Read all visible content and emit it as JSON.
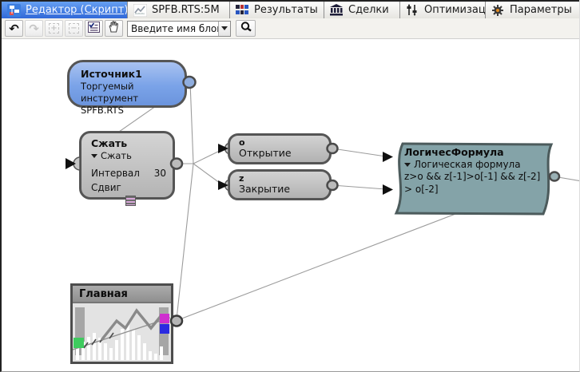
{
  "tabs": [
    {
      "label": "Редактор (Скрипт)",
      "close": "×",
      "icon": "script-blocks-icon"
    },
    {
      "label": "SPFB.RTS:5M",
      "icon": "line-chart-icon"
    },
    {
      "label": "Результаты",
      "icon": "results-grid-icon"
    },
    {
      "label": "Сделки",
      "icon": "bank-icon"
    },
    {
      "label": "Оптимизация",
      "icon": "sliders-icon"
    },
    {
      "label": "Параметры",
      "icon": "gear-icon"
    }
  ],
  "toolbar": {
    "undo": "↶",
    "redo": "↷",
    "select_plus": "+",
    "select_minus": "−",
    "combo_value": "Введите имя блока",
    "icons": [
      "undo-icon",
      "redo-icon",
      "group-select-icon",
      "ungroup-select-icon",
      "checklist-icon",
      "hand-icon",
      "search-icon"
    ]
  },
  "blocks": {
    "source": {
      "title": "Источник1",
      "subtitle": "Торгуемый инструмент",
      "instrument": "SPFB.RTS"
    },
    "compress": {
      "title": "Сжать",
      "type_label": "Сжать",
      "param_interval": "Интервал",
      "param_interval_value": "30",
      "param_shift": "Сдвиг"
    },
    "open": {
      "var": "o",
      "label": "Открытие"
    },
    "close": {
      "var": "z",
      "label": "Закрытие"
    },
    "formula": {
      "title": "ЛогичесФормула",
      "type_label": "Логическая формула",
      "expr_line1": "z>o && z[-1]>o[-1] && z[-2]",
      "expr_line2": "> o[-2]"
    },
    "main_panel": {
      "title": "Главная"
    }
  },
  "colors": {
    "active_tab_blue": "#3f7de6",
    "source_block_blue": "#7aa3e8",
    "formula_block_teal": "#84a3a8",
    "gray_block": "#bdbdbd",
    "marker_green": "#3ecb5e",
    "marker_magenta": "#cf2fcf",
    "marker_blue": "#2a2ae0",
    "wire_gray": "#9c9c9c"
  }
}
